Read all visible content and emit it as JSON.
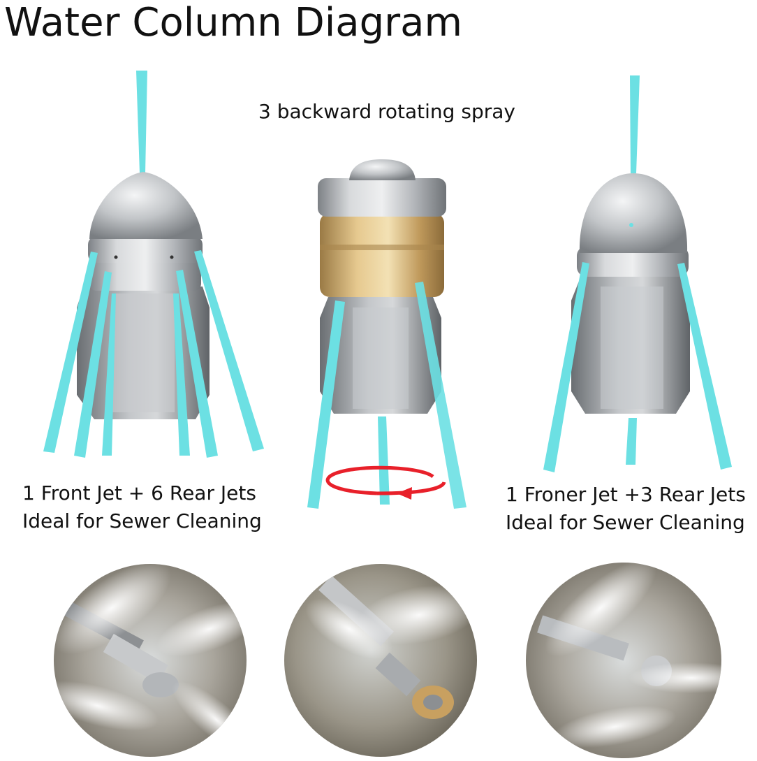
{
  "title": "Water Column Diagram",
  "center_label": "3 backward rotating spray",
  "left_caption": {
    "line1": "1 Front Jet + 6 Rear Jets",
    "line2": "Ideal for Sewer Cleaning"
  },
  "right_caption": {
    "line1": "1 Froner Jet +3 Rear Jets",
    "line2": "Ideal for Sewer Cleaning"
  },
  "colors": {
    "jet": "#6ce0e3",
    "rotation_arrow": "#e8202a",
    "brass": "#c8a060",
    "steel": "#b9bcc0"
  }
}
